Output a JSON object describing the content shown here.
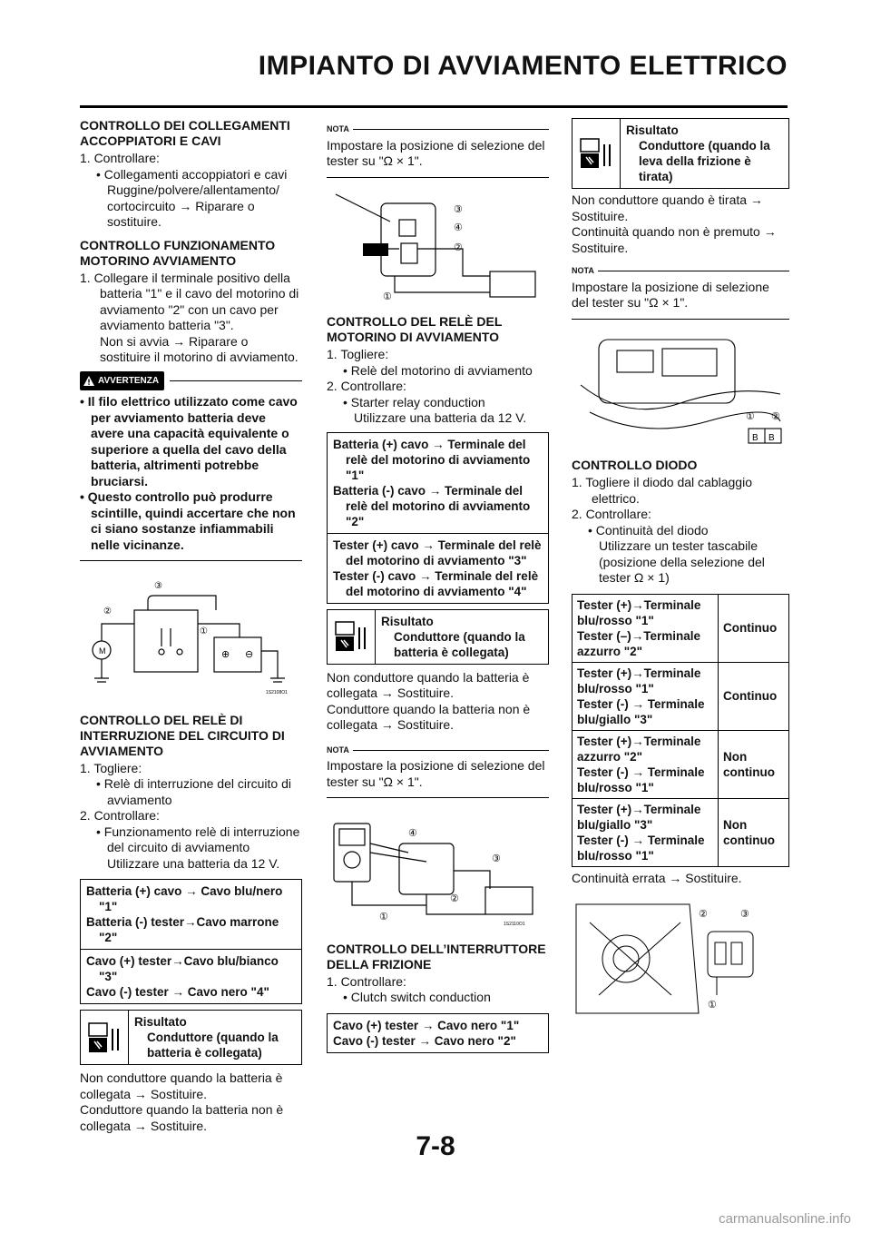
{
  "header": {
    "title": "IMPIANTO DI AVVIAMENTO ELETTRICO"
  },
  "page_number": "7-8",
  "footer_url": "carmanualsonline.info",
  "col1": {
    "s1_title": "CONTROLLO DEI COLLEGAMENTI ACCOPPIATORI E CAVI",
    "s1_step1": "1. Controllare:",
    "s1_bullet1": "• Collegamenti accoppiatori e cavi",
    "s1_bullet1b": "Ruggine/polvere/allentamento/ cortocircuito → Riparare o sostituire.",
    "s2_title": "CONTROLLO FUNZIONAMENTO MOTORINO AVVIAMENTO",
    "s2_step1": "1. Collegare il terminale positivo della batteria \"1\" e il cavo del motorino di avviamento \"2\" con un cavo per avviamento batteria \"3\".",
    "s2_step1b": "Non si avvia → Riparare o sostituire il motorino di avviamento.",
    "warning_label": "AVVERTENZA",
    "warning_item1": "• Il filo elettrico utilizzato come cavo per avviamento batteria deve avere una capacità equivalente o superiore a quella del cavo della batteria, altrimenti potrebbe bruciarsi.",
    "warning_item2": "• Questo controllo può produrre scintille, quindi accertare che non ci siano sostanze infiammabili nelle vicinanze.",
    "diagram_code": "1S2108O1",
    "s3_title": "CONTROLLO DEL RELÈ DI INTERRUZIONE DEL CIRCUITO DI AVVIAMENTO",
    "s3_step1": "1. Togliere:",
    "s3_bullet1": "• Relè di interruzione del circuito di avviamento",
    "s3_step2": "2. Controllare:",
    "s3_bullet2": "• Funzionamento relè di interruzione del circuito di avviamento",
    "s3_bullet2b": "Utilizzare una batteria da 12 V.",
    "box_a1": "Batteria (+) cavo → Cavo blu/nero \"1\"",
    "box_a2": "Batteria (-) tester→Cavo marrone \"2\"",
    "box_b1": "Cavo (+) tester→Cavo blu/bianco \"3\"",
    "box_b2": "Cavo (-) tester → Cavo nero \"4\"",
    "result_title": "Risultato",
    "result_text": "Conduttore (quando la batteria è collegata)",
    "after1": "Non conduttore quando la batteria è collegata → Sostituire.",
    "after2": "Conduttore quando la batteria non è collegata → Sostituire."
  },
  "col2": {
    "nota_label": "NOTA",
    "nota1": "Impostare la posizione di selezione del tester su \"Ω × 1\".",
    "s4_title": "CONTROLLO DEL RELÈ DEL MOTORINO DI AVVIAMENTO",
    "s4_step1": "1. Togliere:",
    "s4_bullet1": "• Relè del motorino di avviamento",
    "s4_step2": "2. Controllare:",
    "s4_bullet2": "• Starter relay conduction",
    "s4_bullet2b": "Utilizzare una batteria da 12 V.",
    "box_a1": "Batteria (+) cavo → Terminale del relè del motorino di avviamento \"1\"",
    "box_a2": "Batteria (-) cavo → Terminale del relè del motorino di avviamento \"2\"",
    "box_b1": "Tester (+) cavo → Terminale del relè del motorino di avviamento \"3\"",
    "box_b2": "Tester (-) cavo → Terminale del relè del motorino di avviamento \"4\"",
    "result_title": "Risultato",
    "result_text": "Conduttore (quando la batteria è collegata)",
    "after1": "Non conduttore quando la batteria è collegata → Sostituire.",
    "after2": "Conduttore quando la batteria non è collegata → Sostituire.",
    "nota2": "Impostare la posizione di selezione del tester su \"Ω × 1\".",
    "diagram_code": "1S2110O1",
    "s5_title": "CONTROLLO DELL’INTERRUTTORE DELLA FRIZIONE",
    "s5_step1": "1. Controllare:",
    "s5_bullet1": "• Clutch switch conduction",
    "box_c1": "Cavo (+) tester → Cavo nero \"1\"",
    "box_c2": "Cavo (-) tester → Cavo nero \"2\""
  },
  "col3": {
    "result_title": "Risultato",
    "result_text": "Conduttore (quando la leva della frizione è tirata)",
    "after1": "Non conduttore quando è tirata → Sostituire.",
    "after2": "Continuità quando non è premuto → Sostituire.",
    "nota_label": "NOTA",
    "nota1": "Impostare la posizione di selezione del tester su \"Ω × 1\".",
    "connector_label_b": "B",
    "s6_title": "CONTROLLO DIODO",
    "s6_step1": "1. Togliere il diodo dal cablaggio elettrico.",
    "s6_step2": "2. Controllare:",
    "s6_bullet1": "• Continuità del diodo",
    "s6_bullet1b": "Utilizzare un tester tascabile (posizione della selezione del tester Ω × 1)",
    "table": [
      {
        "l1": "Tester (+)→Terminale blu/rosso \"1\"",
        "l2": "Tester (–)→Terminale azzurro \"2\"",
        "r": "Continuo"
      },
      {
        "l1": "Tester (+)→Terminale blu/rosso \"1\"",
        "l2": "Tester (-) → Terminale blu/giallo \"3\"",
        "r": "Continuo"
      },
      {
        "l1": "Tester (+)→Terminale azzurro \"2\"",
        "l2": "Tester (-) → Terminale blu/rosso \"1\"",
        "r": "Non continuo"
      },
      {
        "l1": "Tester (+)→Terminale blu/giallo \"3\"",
        "l2": "Tester (-) → Terminale blu/rosso \"1\"",
        "r": "Non continuo"
      }
    ],
    "after_table": "Continuità errata → Sostituire."
  }
}
